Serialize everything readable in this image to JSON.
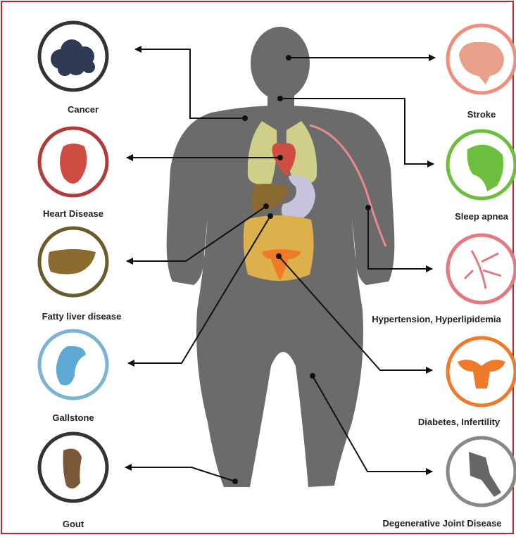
{
  "colors": {
    "frame": "#b22a2a",
    "silhouette": "#6b6b6b",
    "arrow": "#111111",
    "cancer": "#2f3b55",
    "stroke": "#e9a08b",
    "sleep_apnea": "#6cbf3c",
    "hypertension": "#e4787e",
    "diabetes": "#ee7a2a",
    "joint": "#666666",
    "heart": "#cf4c43",
    "liver": "#8a6a2f",
    "gallstone": "#5ea8d6",
    "gout": "#7b5737"
  },
  "conditions_left": [
    {
      "label": "Cancer",
      "icon": "cloud-tumor-icon"
    },
    {
      "label": "Heart Disease",
      "icon": "heart-icon"
    },
    {
      "label": "Fatty liver disease",
      "icon": "liver-icon"
    },
    {
      "label": "Gallstone",
      "icon": "gallbladder-icon"
    },
    {
      "label": "Gout",
      "icon": "foot-icon"
    }
  ],
  "conditions_right": [
    {
      "label": "Stroke",
      "icon": "brain-icon"
    },
    {
      "label": "Sleep apnea",
      "icon": "head-airway-icon"
    },
    {
      "label": "Hypertension, Hyperlipidemia",
      "icon": "blood-vessel-icon"
    },
    {
      "label": "Diabetes, Infertility",
      "icon": "uterus-icon"
    },
    {
      "label": "Degenerative Joint Disease",
      "icon": "knee-joint-icon"
    }
  ]
}
